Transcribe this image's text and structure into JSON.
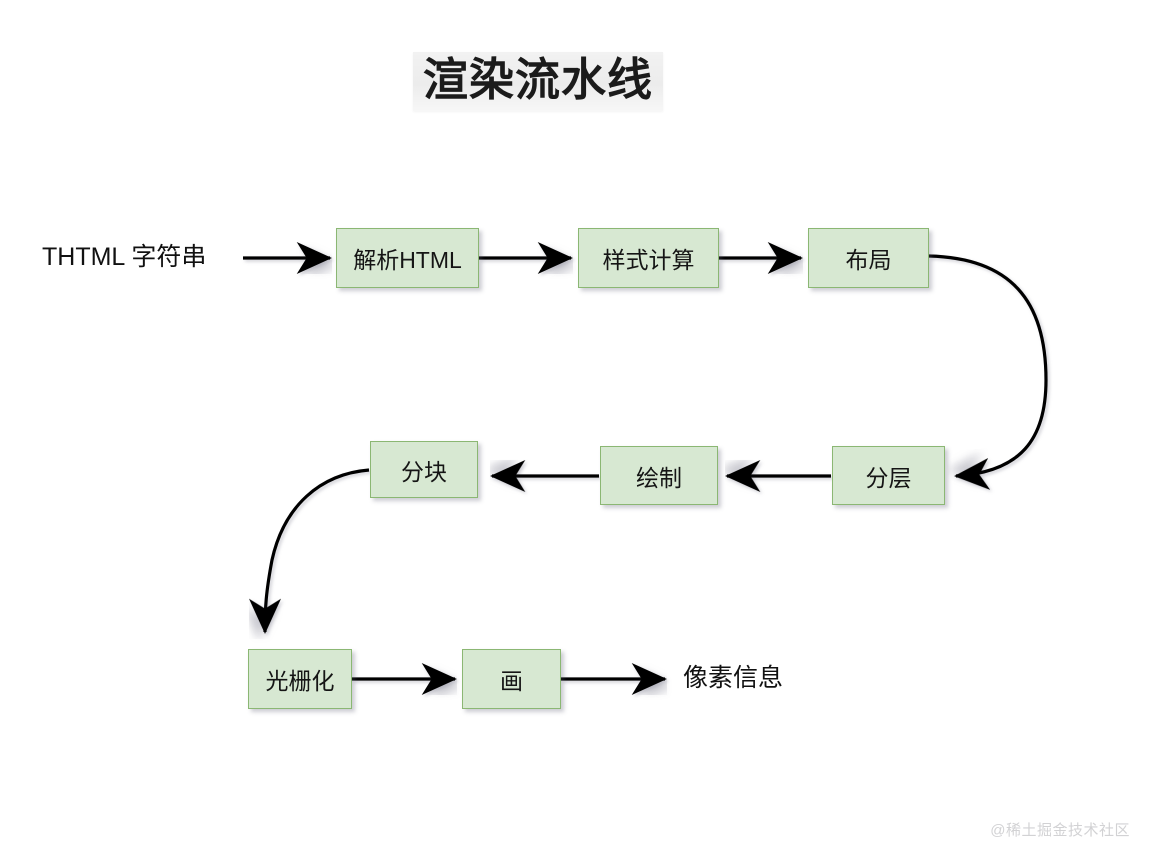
{
  "diagram": {
    "title": "渲染流水线",
    "watermark": "@稀土掘金技术社区",
    "colors": {
      "node_fill": "#d7e8d2",
      "node_border": "#8bb773",
      "text": "#151515",
      "arrow": "#000000",
      "title_highlight": "#ececec",
      "watermark": "#d2d2d4",
      "background": "#ffffff"
    },
    "labels": [
      {
        "id": "input-label",
        "text": "THTML 字符串"
      },
      {
        "id": "output-label",
        "text": "像素信息"
      }
    ],
    "nodes": [
      {
        "id": "parse-html",
        "text": "解析HTML"
      },
      {
        "id": "style-calc",
        "text": "样式计算"
      },
      {
        "id": "layout",
        "text": "布局"
      },
      {
        "id": "layering",
        "text": "分层"
      },
      {
        "id": "paint",
        "text": "绘制"
      },
      {
        "id": "tiling",
        "text": "分块"
      },
      {
        "id": "rasterize",
        "text": "光栅化"
      },
      {
        "id": "draw",
        "text": "画"
      }
    ],
    "edges": [
      {
        "from": "THTML 字符串",
        "to": "解析HTML",
        "style": "straight"
      },
      {
        "from": "解析HTML",
        "to": "样式计算",
        "style": "straight"
      },
      {
        "from": "样式计算",
        "to": "布局",
        "style": "straight"
      },
      {
        "from": "布局",
        "to": "分层",
        "style": "curved"
      },
      {
        "from": "分层",
        "to": "绘制",
        "style": "straight"
      },
      {
        "from": "绘制",
        "to": "分块",
        "style": "straight"
      },
      {
        "from": "分块",
        "to": "光栅化",
        "style": "curved"
      },
      {
        "from": "光栅化",
        "to": "画",
        "style": "straight"
      },
      {
        "from": "画",
        "to": "像素信息",
        "style": "straight"
      }
    ]
  }
}
